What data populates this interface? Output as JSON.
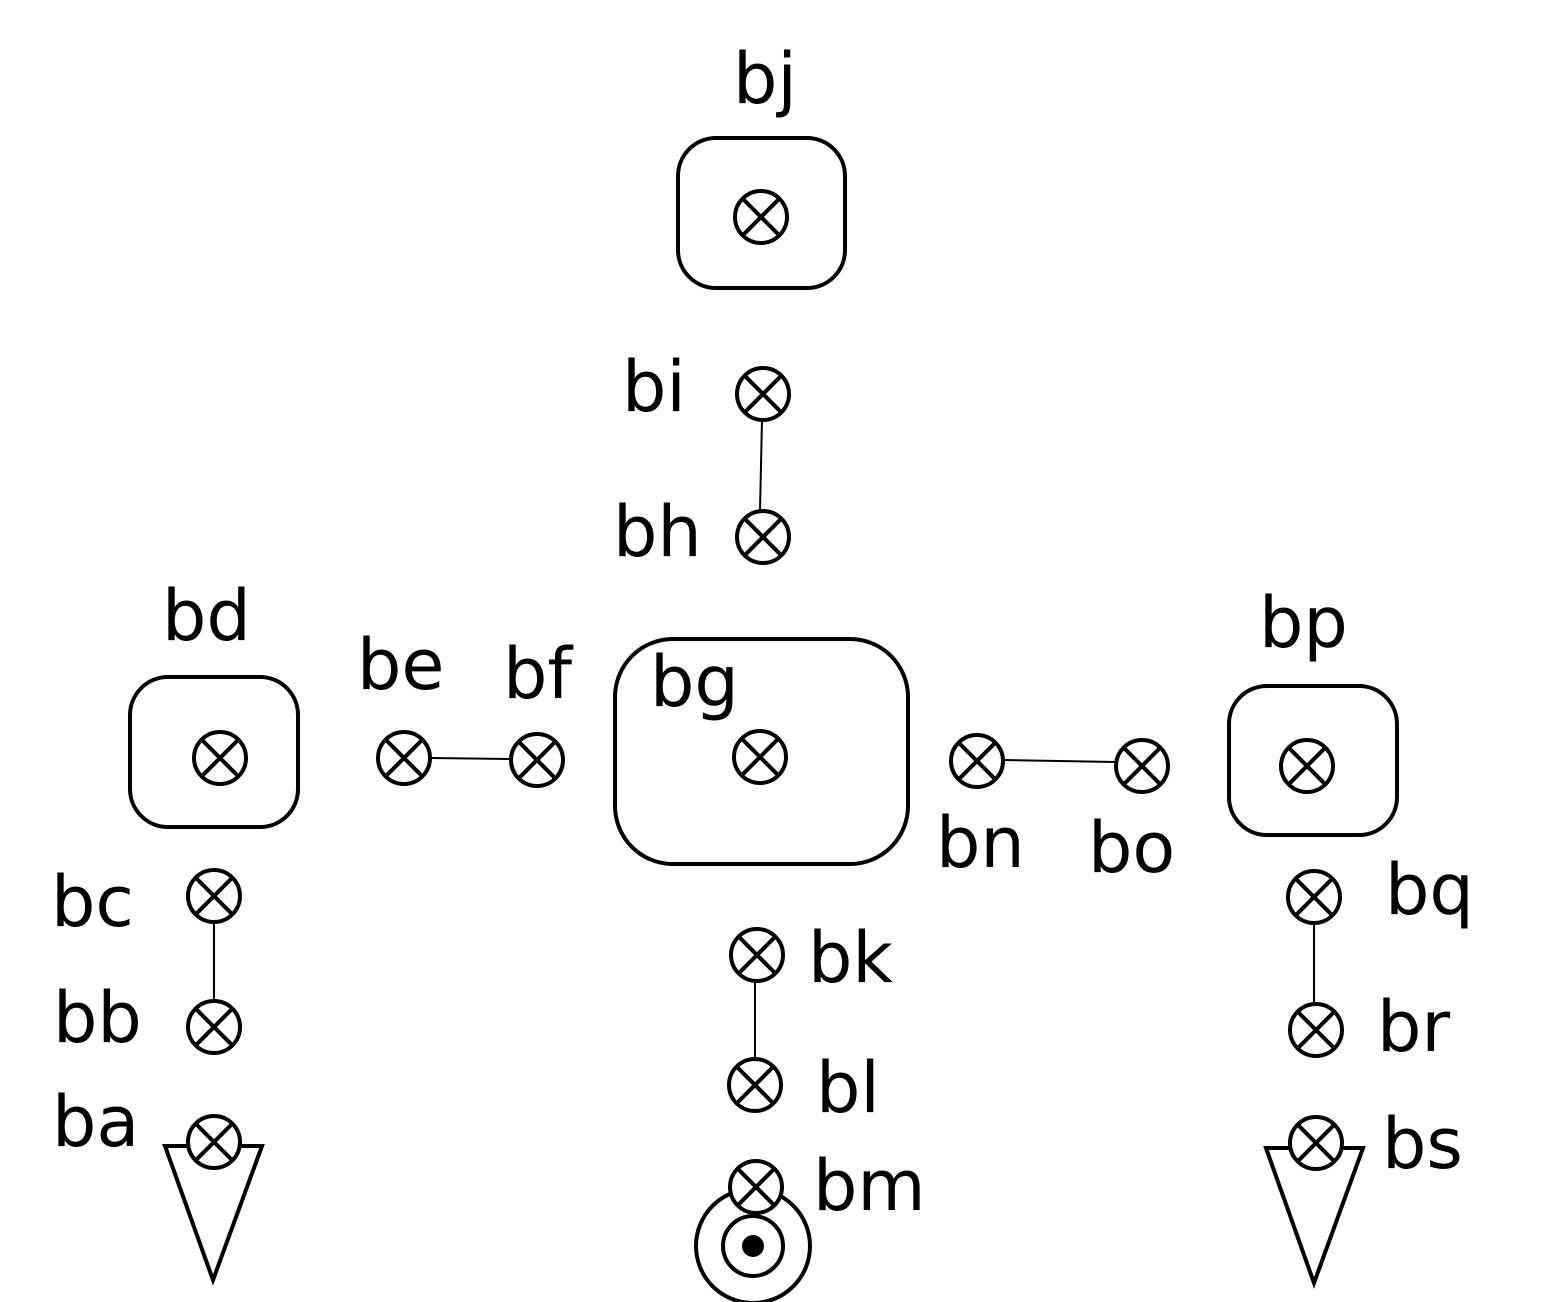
{
  "labels": {
    "ba": "ba",
    "bb": "bb",
    "bc": "bc",
    "bd": "bd",
    "be": "be",
    "bf": "bf",
    "bg": "bg",
    "bh": "bh",
    "bi": "bi",
    "bj": "bj",
    "bk": "bk",
    "bl": "bl",
    "bm": "bm",
    "bn": "bn",
    "bo": "bo",
    "bp": "bp",
    "bq": "bq",
    "br": "br",
    "bs": "bs"
  },
  "nodes": [
    {
      "id": "ba",
      "symbol": "circle-x-icon"
    },
    {
      "id": "bb",
      "symbol": "circle-x-icon"
    },
    {
      "id": "bc",
      "symbol": "circle-x-icon"
    },
    {
      "id": "bd",
      "symbol": "circle-x-icon",
      "container": "rounded-rect"
    },
    {
      "id": "be",
      "symbol": "circle-x-icon"
    },
    {
      "id": "bf",
      "symbol": "circle-x-icon"
    },
    {
      "id": "bg",
      "symbol": "circle-x-icon",
      "container": "rounded-rect"
    },
    {
      "id": "bh",
      "symbol": "circle-x-icon"
    },
    {
      "id": "bi",
      "symbol": "circle-x-icon"
    },
    {
      "id": "bj",
      "symbol": "circle-x-icon",
      "container": "rounded-rect"
    },
    {
      "id": "bk",
      "symbol": "circle-x-icon"
    },
    {
      "id": "bl",
      "symbol": "circle-x-icon"
    },
    {
      "id": "bm",
      "symbol": "circle-x-icon"
    },
    {
      "id": "bn",
      "symbol": "circle-x-icon"
    },
    {
      "id": "bo",
      "symbol": "circle-x-icon"
    },
    {
      "id": "bp",
      "symbol": "circle-x-icon",
      "container": "rounded-rect"
    },
    {
      "id": "bq",
      "symbol": "circle-x-icon"
    },
    {
      "id": "br",
      "symbol": "circle-x-icon"
    },
    {
      "id": "bs",
      "symbol": "circle-x-icon"
    }
  ],
  "edges": [
    {
      "from": "bb",
      "to": "bc"
    },
    {
      "from": "be",
      "to": "bf"
    },
    {
      "from": "bh",
      "to": "bi"
    },
    {
      "from": "bk",
      "to": "bl"
    },
    {
      "from": "bn",
      "to": "bo"
    },
    {
      "from": "bq",
      "to": "br"
    }
  ],
  "colors": {
    "stroke": "#000000",
    "background": "#ffffff"
  }
}
